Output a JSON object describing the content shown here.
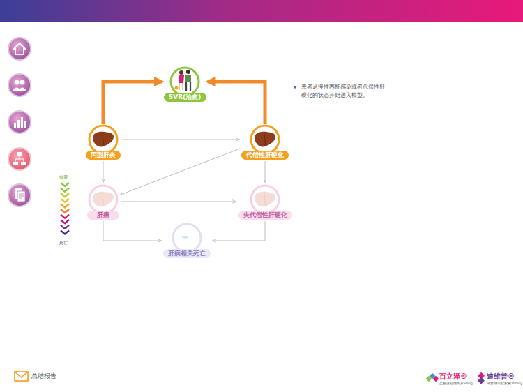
{
  "diagram": {
    "nodes": [
      {
        "text": [
          "SVR(治愈)"
        ]
      },
      {
        "text": [
          "丙型肝炎"
        ]
      },
      {
        "text": [
          "代偿性肝硬化"
        ]
      },
      {
        "text": [
          "肝癌"
        ]
      },
      {
        "text": [
          "失代偿性肝硬化"
        ]
      },
      {
        "text": [
          "肝病相关死亡"
        ]
      }
    ],
    "edges": [
      {
        "from": 1,
        "to": 0,
        "arrow": "to"
      },
      {
        "from": 2,
        "to": 0,
        "arrow": "to"
      },
      {
        "from": 1,
        "to": 2,
        "arrow": "to"
      },
      {
        "from": 1,
        "to": 3,
        "arrow": "to"
      },
      {
        "from": 2,
        "to": 3,
        "arrow": "to"
      },
      {
        "from": 2,
        "to": 4,
        "arrow": "to"
      },
      {
        "from": 3,
        "to": 4,
        "arrow": "to"
      },
      {
        "from": 3,
        "to": 5,
        "arrow": "to"
      },
      {
        "from": 4,
        "to": 5,
        "arrow": "to"
      }
    ],
    "labels": [
      "患者从慢性丙肝感染或者代偿性肝硬化的状态开始进入模型。",
      "健康",
      "死亡",
      "总结报告",
      "百立泽®",
      "盐酸达拉他韦片60mg",
      "速维普®",
      "阿舒瑞韦软胶囊100mg"
    ]
  }
}
